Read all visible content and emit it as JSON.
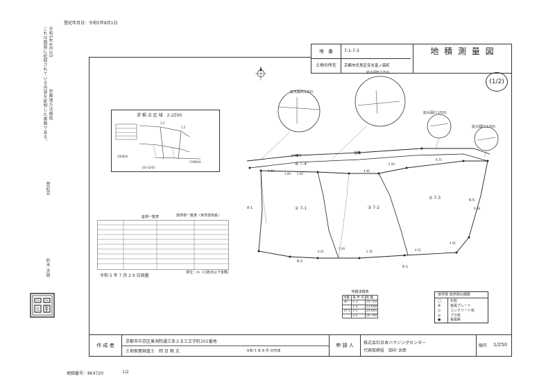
{
  "header": {
    "issue_date": "登記年月日：令和5年8月1日"
  },
  "left_margin": {
    "cert_line_1": "これは図面に記録されている内容を証明した書面である。",
    "cert_line_2": "令和5年8月3日",
    "office": "京都地方法務局",
    "official_label": "登記官",
    "official_name": "鈴木 太郎"
  },
  "title_block": {
    "chiban_label": "地　番",
    "chiban_value": "7-1-7-3",
    "location_label": "土地の所在",
    "location_value": "京都市伏見区安永富ノ森町",
    "drawing_title": "地 積 測 量 図"
  },
  "sheet_marker": "(1/2)",
  "key_map": {
    "title": "求 積 点 区 域　2-2Z00"
  },
  "survey_table": {
    "title": "座標一覧表",
    "title2": "境界標一覧表（世界測地系）",
    "survey_date": "令和 5 年 7 月 2 9 日測量",
    "footnote": "単位：m（小数点以下省略）"
  },
  "area_table": {
    "title": "地積求積表",
    "headers": [
      "地番",
      "筆 界 点",
      "距 離"
    ],
    "rows": [
      [
        "36",
        "1-1",
        "14.720"
      ],
      [
        "",
        "1-2",
        "23.608"
      ],
      [
        "37-1",
        "2-1",
        "24.605"
      ],
      [
        "",
        "2-2",
        "16.760"
      ]
    ]
  },
  "legend": {
    "title": "境界標 境界標の種類",
    "items": [
      "石杭",
      "金属プレート",
      "コンクリート杭",
      "プラ杭",
      "金属鋲"
    ]
  },
  "maker": {
    "label": "作 成 者",
    "address": "京都市中京区東洞院通三条上る三文字町201番地",
    "registrant": "土地家屋調査士　岡 日 暁 文",
    "date": "令和 5 年 8 月 日作成"
  },
  "applicant": {
    "label": "申 請 人",
    "company": "株式会社日本ハウジングセンター",
    "representative": "代表取締役　田中 太郎"
  },
  "scale": {
    "label": "縮尺",
    "value": "1/250"
  },
  "footer": {
    "doc_number": "地図番号：8K4720",
    "page": "1/2"
  },
  "map_labels": {
    "detail_1": "拡大図A(1/50)",
    "detail_2": "拡大図B(1/50)",
    "detail_3": "拡大図C(1/50)",
    "detail_4": "拡大図D(1/50)",
    "lot_1": "⑥ 7-4",
    "lot_2": "② 7-1",
    "lot_3": "② 7-2",
    "lot_4": "② 7-3",
    "road_1": "8-1",
    "road_2": "8-2",
    "road_3": "6-1",
    "road_4": "6-5",
    "dimension_top": "24.76",
    "dimension_road": "道路"
  }
}
